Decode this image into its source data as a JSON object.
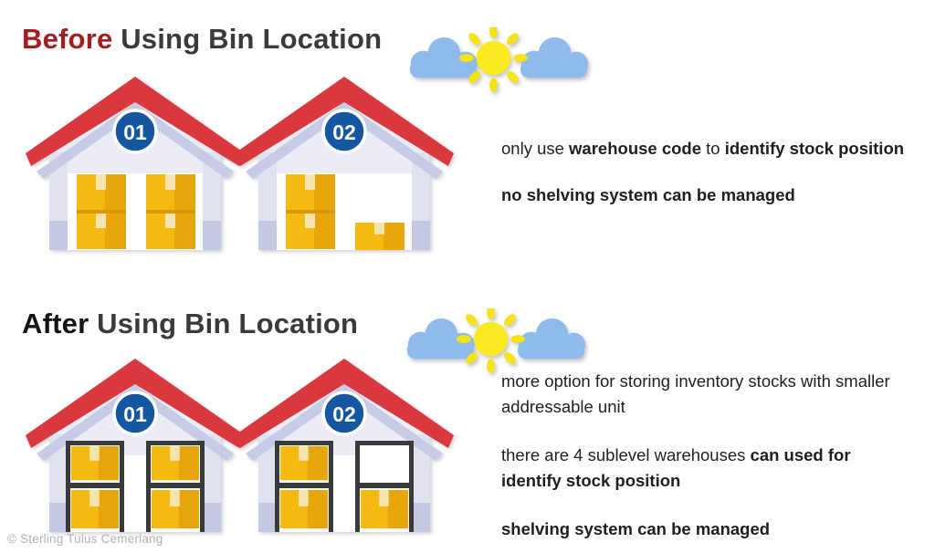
{
  "sections": {
    "before": {
      "title": {
        "highlight": "Before",
        "rest": " Using Bin Location"
      },
      "warehouses": [
        {
          "badge": "01"
        },
        {
          "badge": "02"
        }
      ],
      "paragraphs": {
        "p1": [
          {
            "text": "only use ",
            "bold": false
          },
          {
            "text": "warehouse code",
            "bold": true
          },
          {
            "text": " to ",
            "bold": false
          },
          {
            "text": "identify stock position",
            "bold": true
          }
        ],
        "p2": [
          {
            "text": "no shelving system can be managed",
            "bold": true
          }
        ]
      }
    },
    "after": {
      "title": {
        "highlight": "After",
        "rest": " Using Bin Location"
      },
      "warehouses": [
        {
          "badge": "01"
        },
        {
          "badge": "02"
        }
      ],
      "paragraphs": {
        "p1": [
          {
            "text": "more option for storing inventory stocks with smaller addressable unit",
            "bold": false
          }
        ],
        "p2": [
          {
            "text": "there are 4 sublevel warehouses ",
            "bold": false
          },
          {
            "text": "can used for identify stock position",
            "bold": true
          }
        ],
        "p3": [
          {
            "text": "shelving system can be managed",
            "bold": true
          }
        ]
      }
    }
  },
  "footer": {
    "copyright": "© Sterling Tulus Cemerlang"
  },
  "colors": {
    "title_highlight_before": "#A21C20",
    "title_text": "#3A3A3A",
    "roof_red": "#D8383E",
    "wall_lavender": "#EBECF5",
    "roof_underside_band": "#C7CCE6",
    "badge_blue": "#1457A0",
    "box_yellow": "#F5BA10",
    "box_shadow_yellow": "#E9A60C",
    "box_tape": "#F6E4AE",
    "shelf_frame": "#3A3A3A",
    "cloud_blue": "#8FBAEC",
    "sun_yellow": "#F8EA1E"
  }
}
